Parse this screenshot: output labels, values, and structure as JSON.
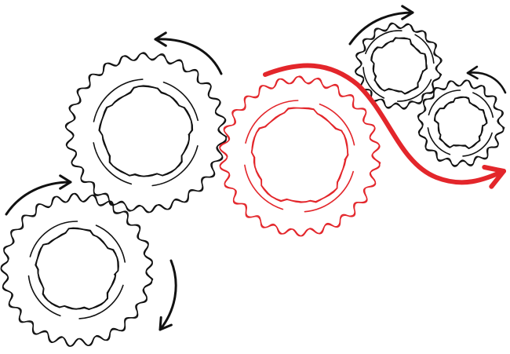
{
  "diagram": {
    "colors": {
      "ink": "#111111",
      "highlight": "#e3262b",
      "background": "#ffffff"
    },
    "gears": [
      {
        "id": "upper-left",
        "color_role": "ink",
        "rotation": "counterclockwise"
      },
      {
        "id": "lower-left",
        "color_role": "ink",
        "rotation": "clockwise"
      },
      {
        "id": "center",
        "color_role": "highlight",
        "rotation": "clockwise"
      },
      {
        "id": "upper-right",
        "color_role": "ink",
        "rotation": "clockwise"
      },
      {
        "id": "lower-right",
        "color_role": "ink",
        "rotation": "counterclockwise"
      }
    ],
    "arrows": [
      {
        "id": "upper-left-arrow",
        "color_role": "ink"
      },
      {
        "id": "lower-left-top-arrow",
        "color_role": "ink"
      },
      {
        "id": "lower-left-side-arrow",
        "color_role": "ink"
      },
      {
        "id": "upper-right-arrow",
        "color_role": "ink"
      },
      {
        "id": "lower-right-arrow",
        "color_role": "ink"
      },
      {
        "id": "flow-arrow",
        "color_role": "highlight"
      }
    ]
  }
}
